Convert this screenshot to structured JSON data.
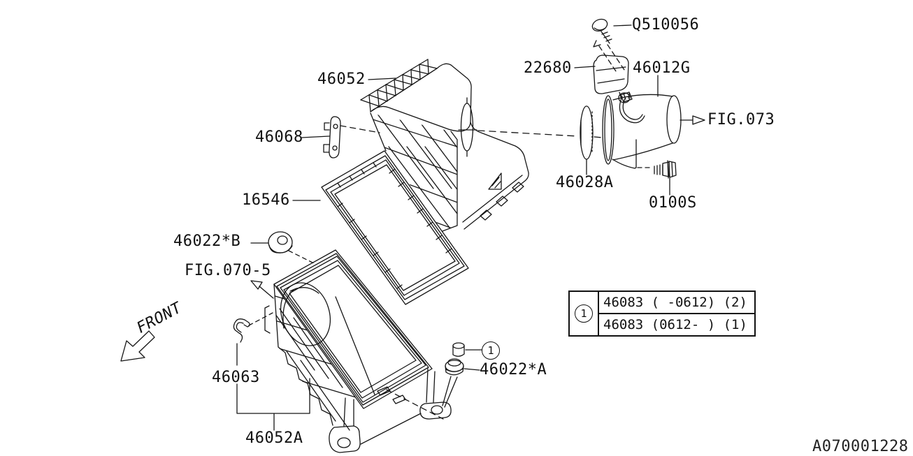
{
  "colors": {
    "line": "#161616",
    "background": "#ffffff",
    "text": "#111111"
  },
  "front_marker": {
    "label": "FRONT"
  },
  "callout": {
    "number": "1"
  },
  "labels": {
    "q510056": "Q510056",
    "n22680": "22680",
    "n46012g": "46012G",
    "n46052": "46052",
    "n46068": "46068",
    "fig073": "FIG.073",
    "n46028a": "46028A",
    "n0100s": "0100S",
    "n16546": "16546",
    "n46022b": "46022*B",
    "fig0705": "FIG.070-5",
    "n46063": "46063",
    "n46022a": "46022*A",
    "n46052a": "46052A"
  },
  "ref_table": {
    "ref": "1",
    "rows": [
      {
        "part": "46083 ( -0612) (2)"
      },
      {
        "part": "46083 (0612- ) (1)"
      }
    ]
  },
  "drawing_number": "A070001228"
}
